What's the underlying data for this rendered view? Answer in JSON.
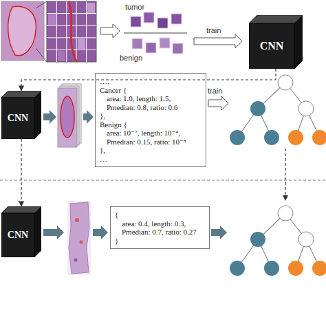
{
  "diagram": {
    "nodes": [
      {
        "text": [
          "CNN"
        ]
      },
      {
        "text": [
          "CNN"
        ]
      },
      {
        "text": [
          "…,",
          "Cancer {",
          "area: 1.0, length: 1.5,",
          "Pmedian: 0.8, ratio: 0.6",
          "},",
          "Benign {",
          "area: 10⁻⁷, length: 10⁻⁴,",
          "Pmedian: 0.15, ratio: 10⁻⁸",
          "},",
          "…"
        ]
      },
      {
        "text": [
          "CNN"
        ]
      },
      {
        "text": [
          "{",
          "area: 0.4, length: 0.3,",
          "Pmedian: 0.7, ratio: 0.27",
          "}"
        ]
      }
    ],
    "edges": [
      {
        "from": 0,
        "to": 1,
        "arrow": "to"
      },
      {
        "from": 1,
        "to": 3,
        "arrow": "to"
      }
    ],
    "labels": [
      "tumor",
      "benign",
      "train",
      "train"
    ]
  }
}
